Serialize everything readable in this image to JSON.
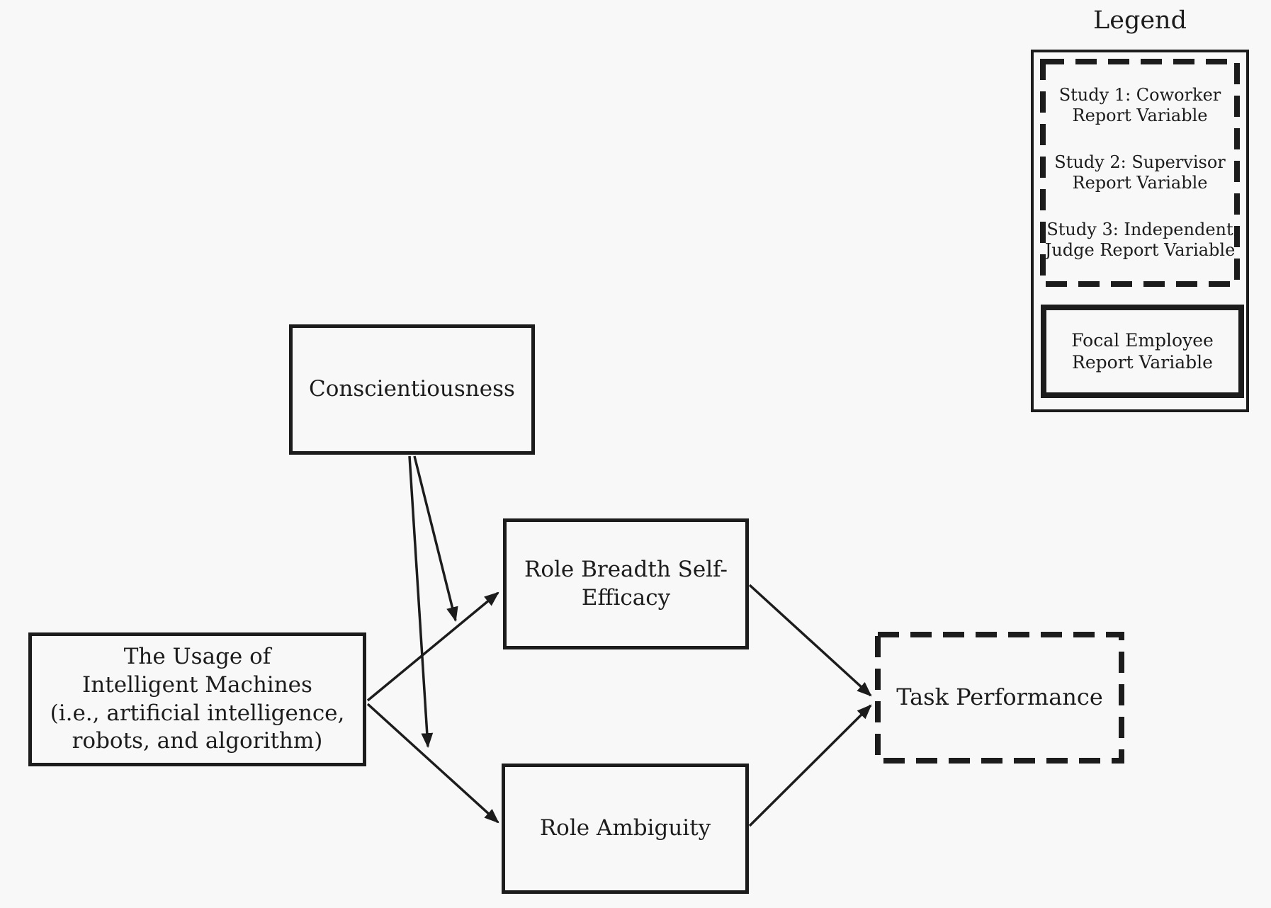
{
  "colors": {
    "ink": "#1c1c1c",
    "bg": "#f8f8f8"
  },
  "diagram": {
    "nodes": {
      "conscientiousness": {
        "label": "Conscientiousness"
      },
      "usage": {
        "label": "The Usage of\nIntelligent Machines\n(i.e., artificial intelligence,\nrobots, and algorithm)"
      },
      "rbse": {
        "label": "Role Breadth Self-\nEfficacy"
      },
      "role_ambiguity": {
        "label": "Role Ambiguity"
      },
      "task_performance": {
        "label": "Task Performance"
      }
    },
    "legend": {
      "title": "Legend",
      "dashed_items": [
        {
          "label": "Study 1: Coworker\nReport Variable"
        },
        {
          "label": "Study 2: Supervisor\nReport Variable"
        },
        {
          "label": "Study 3: Independent\nJudge Report Variable"
        }
      ],
      "solid_item": {
        "label": "Focal Employee\nReport Variable"
      }
    }
  }
}
